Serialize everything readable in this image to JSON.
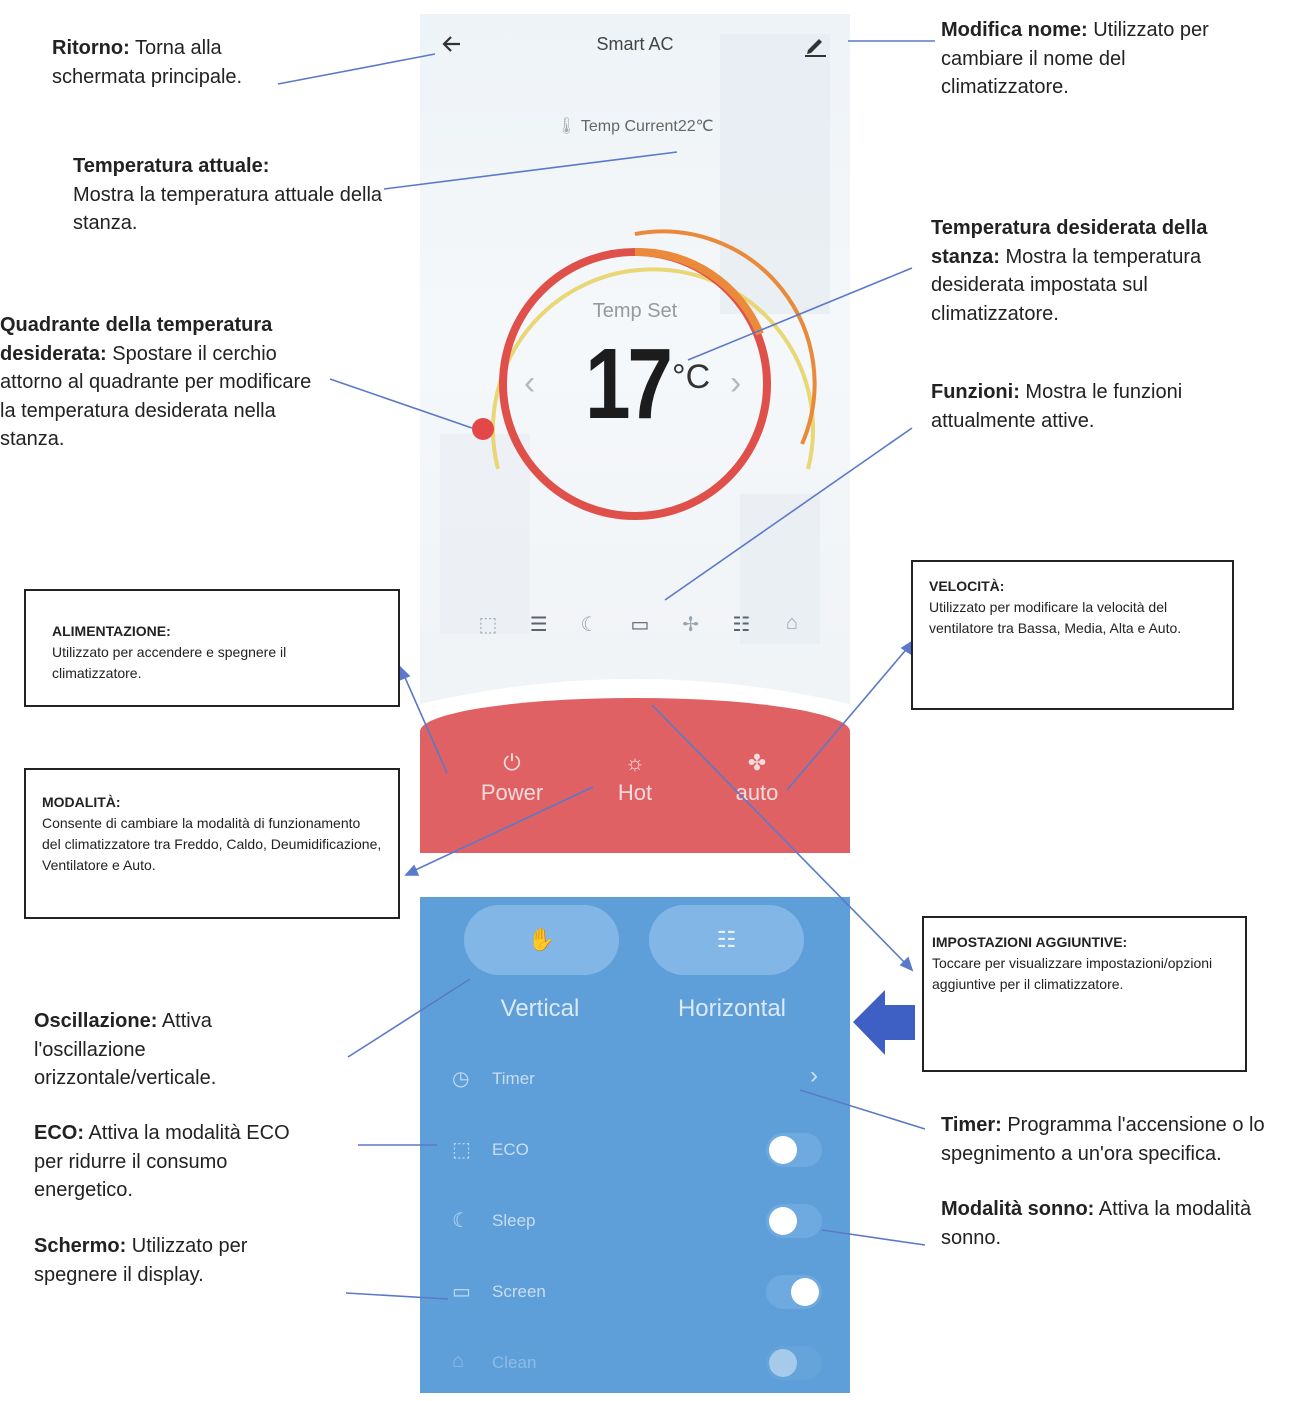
{
  "app": {
    "title": "Smart AC",
    "temp_current": "Temp Current22℃",
    "temp_set_label": "Temp Set",
    "temp_set_value": "17",
    "temp_unit": "°C"
  },
  "controls": {
    "power": "Power",
    "mode": "Hot",
    "fan": "auto"
  },
  "swing": {
    "vertical": "Vertical",
    "horizontal": "Horizontal"
  },
  "settings": [
    {
      "label": "Timer",
      "type": "arrow",
      "icon": "clock-icon"
    },
    {
      "label": "ECO",
      "type": "toggle",
      "state": "off",
      "icon": "eco-icon"
    },
    {
      "label": "Sleep",
      "type": "toggle",
      "state": "off",
      "icon": "sleep-icon"
    },
    {
      "label": "Screen",
      "type": "toggle",
      "state": "on",
      "icon": "screen-icon"
    },
    {
      "label": "Clean",
      "type": "toggle",
      "state": "off",
      "icon": "clean-icon"
    }
  ],
  "annotations": {
    "ritorno": {
      "title": "Ritorno:",
      "text": " Torna alla schermata principale."
    },
    "modifica_nome": {
      "title": "Modifica nome:",
      "text": " Utilizzato per cambiare il nome del climatizzatore."
    },
    "temperatura_attuale": {
      "title": "Temperatura attuale:",
      "text": "Mostra la temperatura attuale della stanza."
    },
    "temperatura_desiderata": {
      "title": "Temperatura desiderata della stanza:",
      "text": " Mostra la temperatura desiderata impostata sul climatizzatore."
    },
    "quadrante": {
      "title": "Quadrante della temperatura desiderata:",
      "text": " Spostare il cerchio attorno al quadrante per modificare la temperatura desiderata nella stanza."
    },
    "funzioni": {
      "title": "Funzioni:",
      "text": " Mostra le funzioni attualmente attive."
    },
    "alimentazione": {
      "title": "ALIMENTAZIONE:",
      "text": "Utilizzato per accendere e spegnere il climatizzatore."
    },
    "velocita": {
      "title": "VELOCITÀ:",
      "text": "Utilizzato per modificare la velocità del ventilatore tra Bassa, Media, Alta e Auto."
    },
    "modalita": {
      "title": "MODALITÀ:",
      "text": "Consente di cambiare la modalità di funzionamento del climatizzatore tra Freddo, Caldo, Deumidificazione, Ventilatore e Auto."
    },
    "impostazioni": {
      "title": "IMPOSTAZIONI AGGIUNTIVE:",
      "text": "Toccare per visualizzare impostazioni/opzioni aggiuntive per il climatizzatore."
    },
    "oscillazione": {
      "title": "Oscillazione:",
      "text": " Attiva l'oscillazione orizzontale/verticale."
    },
    "eco": {
      "title": "ECO:",
      "text": " Attiva la modalità ECO per ridurre il consumo energetico."
    },
    "schermo": {
      "title": "Schermo:",
      "text": " Utilizzato per spegnere il display."
    },
    "timer": {
      "title": "Timer:",
      "text": " Programma l'accensione o lo spegnimento a un'ora specifica."
    },
    "sonno": {
      "title": "Modalità sonno:",
      "text": " Attiva la modalità sonno."
    }
  },
  "colors": {
    "power_bar": "#e06163",
    "settings_panel": "#5e9fd9",
    "dial_orange": "#e98a3a",
    "dial_red": "#e0504a",
    "callout_line": "#5b79c9"
  }
}
